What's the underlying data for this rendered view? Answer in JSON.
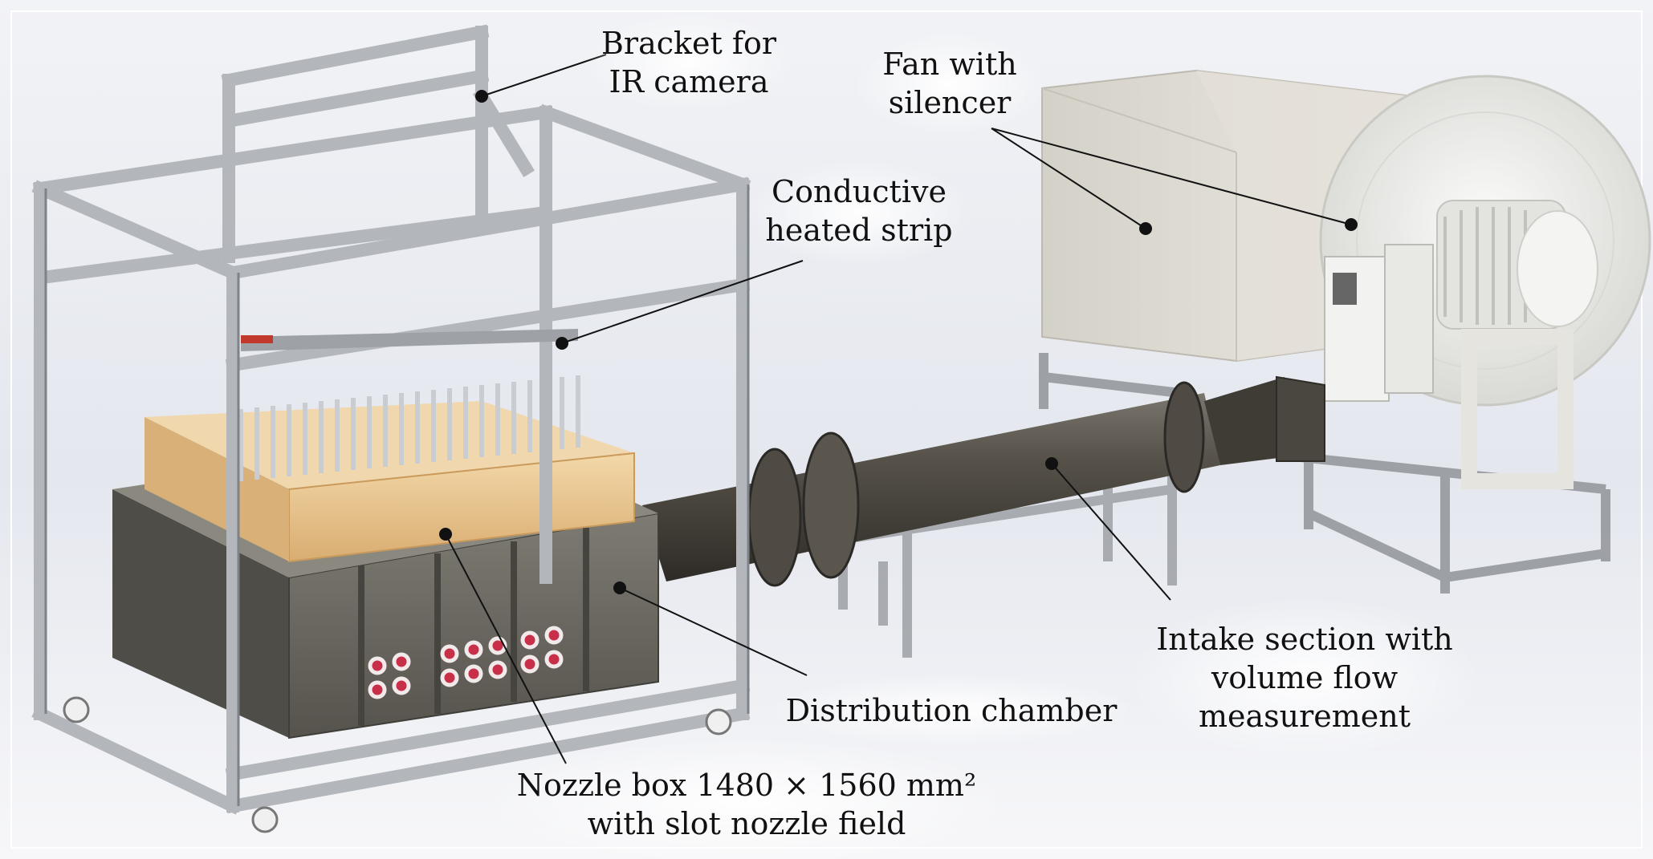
{
  "labels": {
    "bracket": {
      "line1": "Bracket for",
      "line2": "IR camera"
    },
    "fan": {
      "line1": "Fan with",
      "line2": "silencer"
    },
    "strip": {
      "line1": "Conductive",
      "line2": "heated strip"
    },
    "intake": {
      "line1": "Intake section with",
      "line2": "volume flow",
      "line3": "measurement"
    },
    "chamber": {
      "line1": "Distribution chamber"
    },
    "nozzle": {
      "line1": "Nozzle box 1480 × 1560 mm²",
      "line2": "with slot nozzle field"
    }
  },
  "colors": {
    "frame": "#b9bdc2",
    "frame_dark": "#7d8288",
    "wood": "#e9c48e",
    "box": "#6b6a62",
    "pipe": "#4a4740",
    "silencer": "#dedbd3",
    "fan": "#ececea",
    "floor": "#eceef2"
  }
}
